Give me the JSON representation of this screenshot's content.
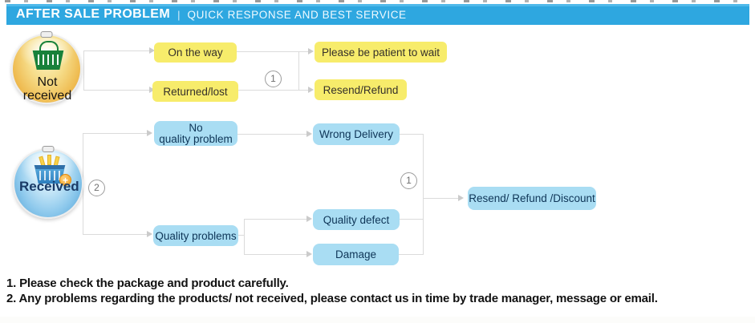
{
  "header": {
    "title": "AFTER SALE PROBLEM",
    "separator": "|",
    "subtitle": "QUICK RESPONSE AND BEST SERVICE"
  },
  "branch_not_received": {
    "badge_label": "Not received",
    "badge_icon": "green-shopping-basket-icon",
    "marker": "1",
    "causes": [
      {
        "label": "On the way"
      },
      {
        "label": "Returned/lost"
      }
    ],
    "outcomes": [
      {
        "label": "Please be patient to wait"
      },
      {
        "label": "Resend/Refund"
      }
    ]
  },
  "branch_received": {
    "badge_label": "Received",
    "badge_icon": "blue-shopping-basket-icon",
    "marker_split": "2",
    "marker_collect": "1",
    "cause_no_quality_line1": "No",
    "cause_no_quality_line2": "quality problem",
    "cause_quality_problems": "Quality problems",
    "issues": [
      {
        "label": "Wrong Delivery"
      },
      {
        "label": "Quality defect"
      },
      {
        "label": "Damage"
      }
    ],
    "outcome": "Resend/ Refund /Discount"
  },
  "notes": {
    "line1": "1. Please check the package and product carefully.",
    "line2": "2. Any problems regarding the products/ not received, please contact us in time by trade manager, message or email."
  },
  "colors": {
    "header_bar": "#2EA7E0",
    "cause_box_yellow": "#F7EC6B",
    "info_box_blue": "#A9DDF3",
    "connector_gray": "#DBDBDB",
    "not_received_badge": "#EFBC52",
    "received_badge": "#8CC8EC"
  }
}
